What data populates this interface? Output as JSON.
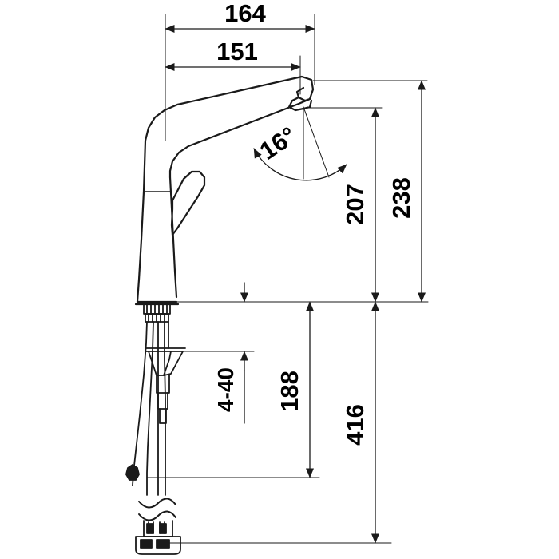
{
  "drawing": {
    "type": "technical-dimension-drawing",
    "subject": "single-lever kitchen mixer faucet, side elevation",
    "units": "mm",
    "background_color": "#ffffff",
    "line_color": "#1a1a1a",
    "text_color": "#000000"
  },
  "dimensions": {
    "spout_reach_outer": "164",
    "spout_reach_inner": "151",
    "spout_outlet_angle": "16°",
    "height_to_outlet": "207",
    "overall_height": "238",
    "thread_range": "4-40",
    "shank_length": "188",
    "total_length_with_hoses": "416"
  },
  "labels": [
    {
      "name": "dim-164",
      "value": "164",
      "orientation": "horizontal"
    },
    {
      "name": "dim-151",
      "value": "151",
      "orientation": "horizontal"
    },
    {
      "name": "dim-angle-16",
      "value": "16°",
      "orientation": "rotated"
    },
    {
      "name": "dim-207",
      "value": "207",
      "orientation": "vertical"
    },
    {
      "name": "dim-238",
      "value": "238",
      "orientation": "vertical"
    },
    {
      "name": "dim-4-40",
      "value": "4-40",
      "orientation": "vertical"
    },
    {
      "name": "dim-188",
      "value": "188",
      "orientation": "vertical"
    },
    {
      "name": "dim-416",
      "value": "416",
      "orientation": "vertical"
    }
  ]
}
